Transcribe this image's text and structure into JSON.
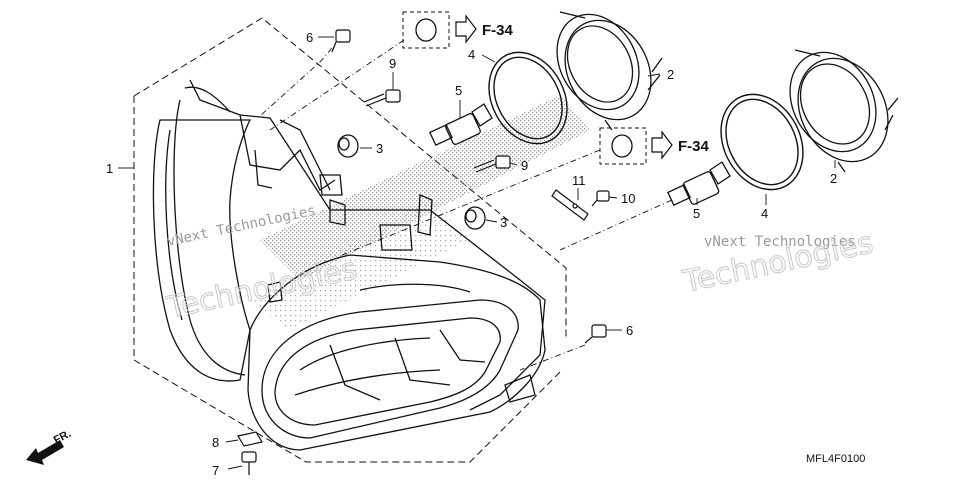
{
  "callouts": {
    "c1": "1",
    "c2a": "2",
    "c2b": "2",
    "c3a": "3",
    "c3b": "3",
    "c4a": "4",
    "c4b": "4",
    "c5a": "5",
    "c5b": "5",
    "c6a": "6",
    "c6b": "6",
    "c7": "7",
    "c8": "8",
    "c9a": "9",
    "c9b": "9",
    "c10": "10",
    "c11": "11"
  },
  "references": {
    "ref_top": "F-34",
    "ref_mid": "F-34"
  },
  "diagram_code": "MFL4F0100",
  "front_indicator": "FR.",
  "watermarks": {
    "small_left": "vNext Technologies",
    "small_right": "vNext Technologies",
    "big_right": "Technologies",
    "big_left": "Technologies"
  },
  "colors": {
    "line": "#111111",
    "watermark": "#9a9a9a",
    "stipple": "#8a8a8a"
  },
  "icons": {
    "front_arrow": "front-arrow-icon",
    "ref_arrow": "outline-arrow-icon"
  }
}
